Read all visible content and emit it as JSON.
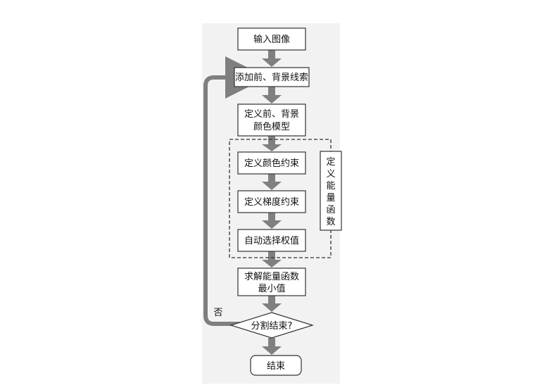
{
  "diagram": {
    "nodes": {
      "input": "输入图像",
      "add_lines": "添加前、背景线索",
      "define_model_line1": "定义前、背景",
      "define_model_line2": "颜色模型",
      "color_constraint": "定义颜色约束",
      "gradient_constraint": "定义梯度约束",
      "auto_weight": "自动选择权值",
      "solve_line1": "求解能量函数",
      "solve_line2": "最小值",
      "decision": "分割结束?",
      "end": "结束"
    },
    "energy_group_label": [
      "定",
      "义",
      "能",
      "量",
      "函",
      "数"
    ],
    "loop_label": "否"
  },
  "colors": {
    "panel": "#f2f2f2",
    "arrow": "#808080",
    "loop": "#7f7f7f",
    "border": "#333333"
  }
}
